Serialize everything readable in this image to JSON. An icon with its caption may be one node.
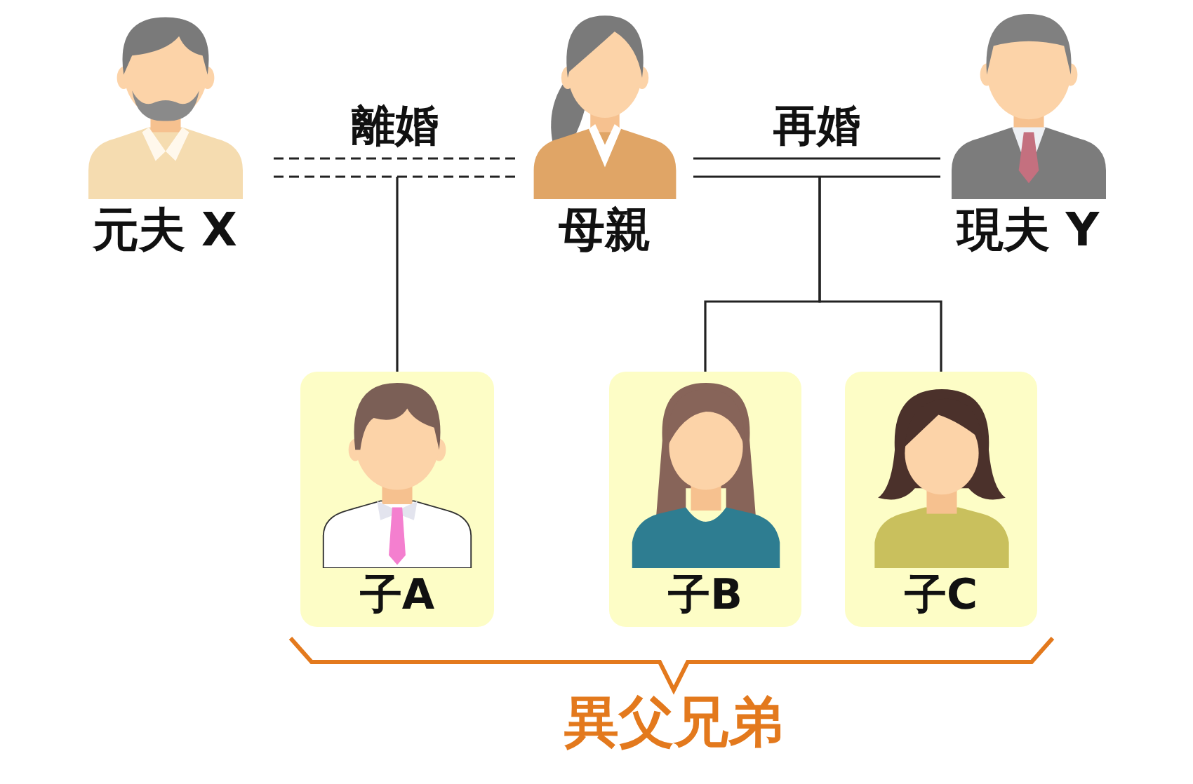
{
  "diagram": {
    "nodes": [
      {
        "text": [
          "元夫 X"
        ]
      },
      {
        "text": [
          "母親"
        ]
      },
      {
        "text": [
          "現夫 Y"
        ]
      },
      {
        "text": [
          "子A"
        ]
      },
      {
        "text": [
          "子B"
        ]
      },
      {
        "text": [
          "子C"
        ]
      }
    ],
    "edges": [
      {
        "from": 0,
        "to": 1,
        "arrow": "none",
        "label": "離婚",
        "style": "dashed"
      },
      {
        "from": 1,
        "to": 2,
        "arrow": "none",
        "label": "再婚"
      },
      {
        "from": null,
        "to": 3,
        "arrow": "none"
      },
      {
        "from": null,
        "to": 4,
        "arrow": "none"
      },
      {
        "from": null,
        "to": 5,
        "arrow": "none"
      }
    ],
    "labels": [
      "異父兄弟"
    ]
  }
}
